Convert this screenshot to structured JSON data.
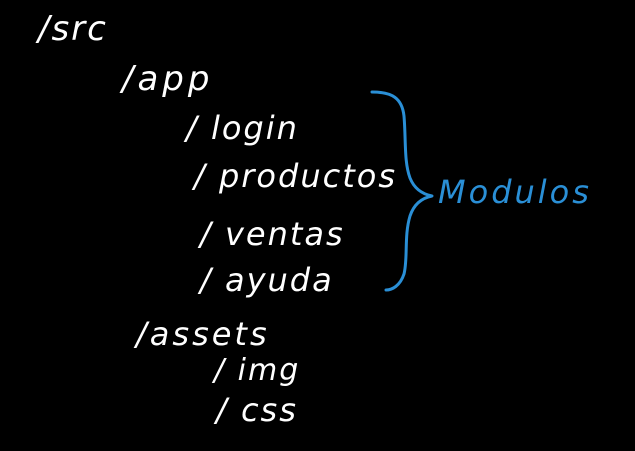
{
  "tree": {
    "root": "/src",
    "app": "/app",
    "modules": [
      "/ login",
      "/ productos",
      "/ ventas",
      "/ ayuda"
    ],
    "assets": "/assets",
    "asset_children": [
      "/ img",
      "/ css"
    ]
  },
  "annotation": {
    "label": "Modulos",
    "color": "#2a8fd6"
  },
  "colors": {
    "background": "#000000",
    "ink": "#ffffff"
  }
}
